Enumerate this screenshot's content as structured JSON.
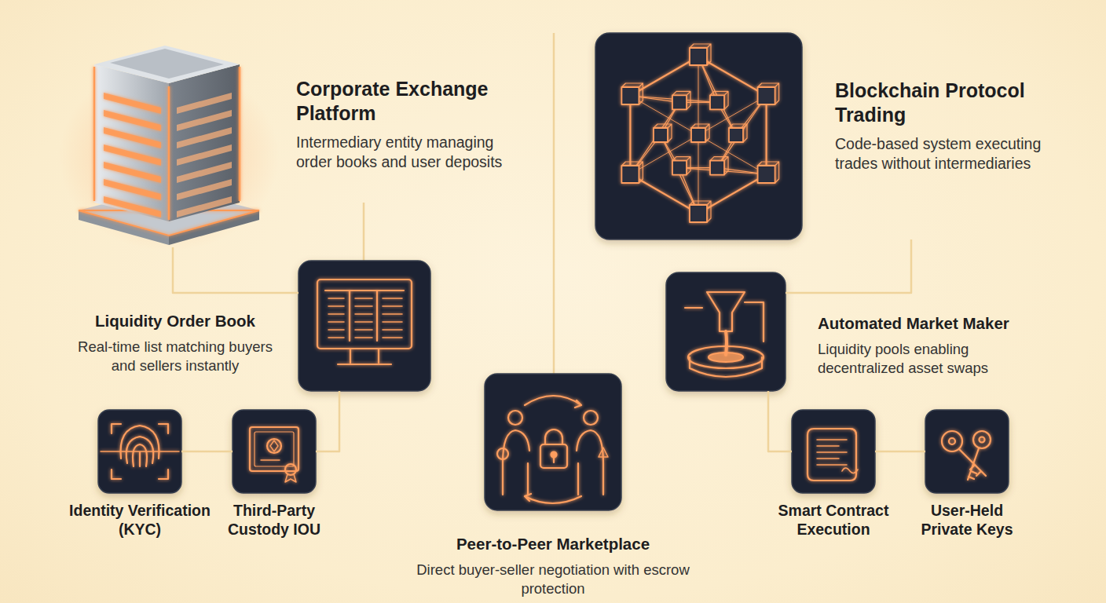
{
  "diagram": {
    "nodes": [
      {
        "text": [
          "Corporate Exchange Platform",
          "Intermediary entity managing order books and user deposits"
        ]
      },
      {
        "text": [
          "Liquidity Order Book",
          "Real-time list matching buyers and sellers instantly"
        ]
      },
      {
        "text": [
          "Identity Verification (KYC)"
        ]
      },
      {
        "text": [
          "Third-Party Custody IOU"
        ]
      },
      {
        "text": [
          "Peer-to-Peer Marketplace",
          "Direct buyer-seller negotiation with escrow protection"
        ]
      },
      {
        "text": [
          "Blockchain Protocol Trading",
          "Code-based system executing trades without intermediaries"
        ]
      },
      {
        "text": [
          "Automated Market Maker",
          "Liquidity pools enabling decentralized asset swaps"
        ]
      },
      {
        "text": [
          "Smart Contract Execution"
        ]
      },
      {
        "text": [
          "User-Held Private Keys"
        ]
      }
    ],
    "edges": [
      {
        "from": 0,
        "to": 1,
        "arrow": "none"
      },
      {
        "from": 1,
        "to": 3,
        "arrow": "none"
      },
      {
        "from": 2,
        "to": 3,
        "arrow": "none"
      },
      {
        "from": 5,
        "to": 6,
        "arrow": "none"
      },
      {
        "from": 6,
        "to": 7,
        "arrow": "none"
      },
      {
        "from": 7,
        "to": 8,
        "arrow": "none"
      }
    ]
  }
}
